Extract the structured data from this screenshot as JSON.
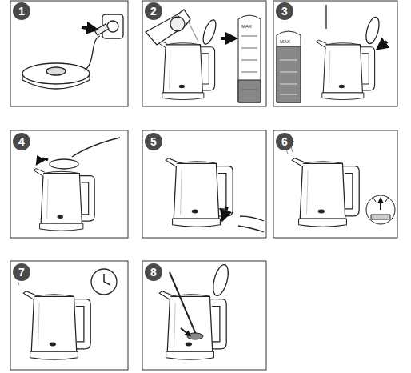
{
  "diagram": {
    "nodes": [
      {
        "text": [
          "1"
        ]
      },
      {
        "text": [
          "2"
        ]
      },
      {
        "text": [
          "3"
        ]
      },
      {
        "text": [
          "4"
        ]
      },
      {
        "text": [
          "5"
        ]
      },
      {
        "text": [
          "6"
        ]
      },
      {
        "text": [
          "7"
        ]
      },
      {
        "text": [
          "8"
        ]
      }
    ],
    "labels": [
      "MAX",
      "MAX"
    ]
  }
}
